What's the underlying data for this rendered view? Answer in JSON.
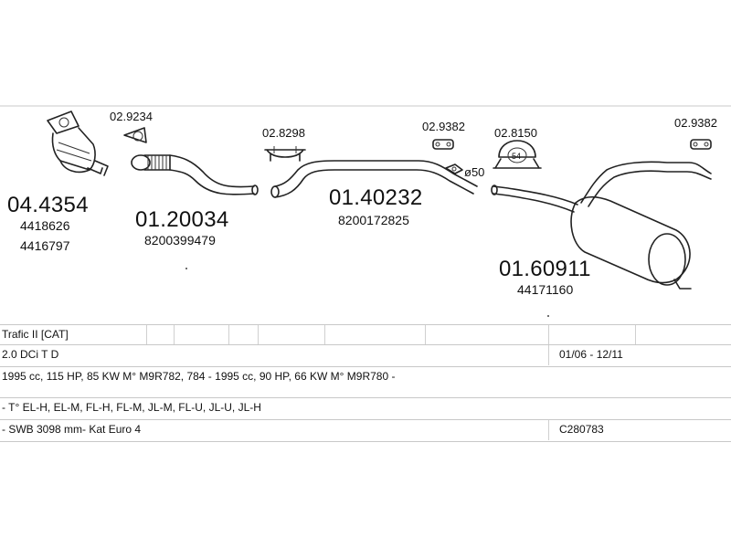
{
  "parts": [
    {
      "id": "04.4354",
      "refs": [
        "4418626",
        "4416797"
      ]
    },
    {
      "id": "01.20034",
      "refs": [
        "8200399479"
      ]
    },
    {
      "id": "01.40232",
      "refs": [
        "8200172825"
      ]
    },
    {
      "id": "01.60911",
      "refs": [
        "44171160"
      ]
    }
  ],
  "accessories": [
    "02.9234",
    "02.8298",
    "02.9382",
    "02.8150",
    "02.9382"
  ],
  "pipe_diameter": "ø50",
  "hanger_size": "54",
  "table": [
    {
      "text": "Trafic II  [CAT]",
      "right": ""
    },
    {
      "text": "2.0 DCi T D",
      "right": "01/06 - 12/11"
    },
    {
      "text": "1995 cc, 115 HP, 85 KW M° M9R782, 784 - 1995 cc, 90 HP, 66 KW M° M9R780 -",
      "right": ""
    },
    {
      "text": "- T° EL-H, EL-M, FL-H, FL-M, JL-M, FL-U, JL-U, JL-H",
      "right": ""
    },
    {
      "text": "- SWB 3098 mm- Kat Euro 4",
      "right": "C280783"
    }
  ]
}
